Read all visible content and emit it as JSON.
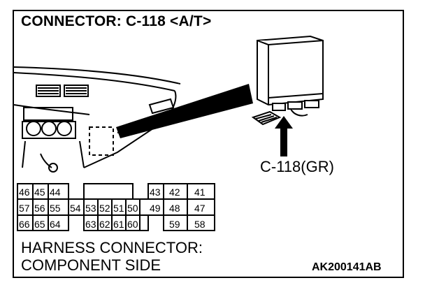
{
  "title": "CONNECTOR: C-118 <A/T>",
  "connector_label": "C-118(GR)",
  "harness_label": {
    "line1": "HARNESS CONNECTOR:",
    "line2": "COMPONENT SIDE"
  },
  "reference_code": "AK200141AB",
  "pins": {
    "row1": [
      "46",
      "45",
      "44",
      "43",
      "42",
      "41"
    ],
    "row2": [
      "57",
      "56",
      "55",
      "54",
      "53",
      "52",
      "51",
      "50",
      "49",
      "48",
      "47"
    ],
    "row3": [
      "66",
      "65",
      "64",
      "63",
      "62",
      "61",
      "60",
      "59",
      "58"
    ]
  }
}
